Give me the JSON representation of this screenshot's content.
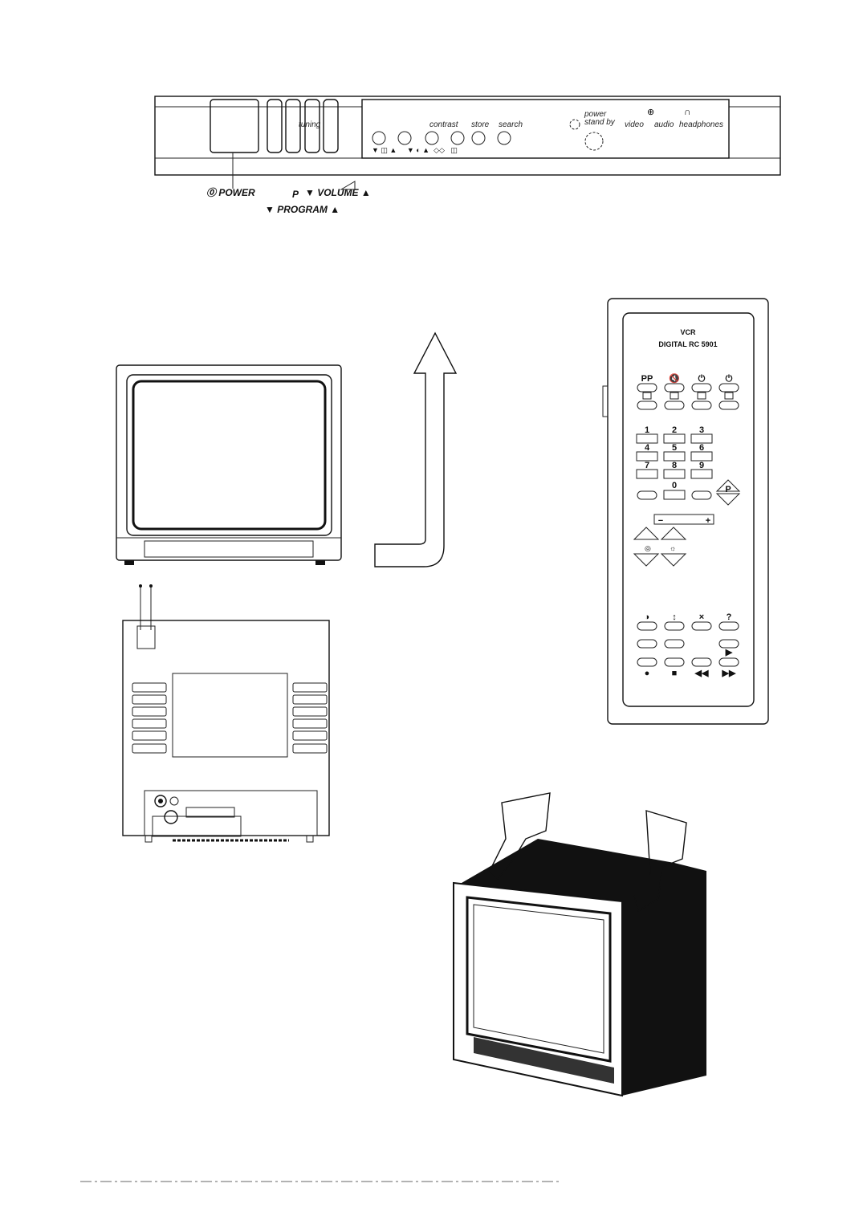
{
  "front_panel": {
    "controls": [
      "tuning",
      "contrast",
      "store",
      "search"
    ],
    "power_standby_top": "power",
    "power_standby_bottom": "stand by",
    "jacks": [
      "video",
      "audio",
      "headphones"
    ],
    "callouts": {
      "power": "⓪ POWER",
      "p": "P",
      "volume": "▼ VOLUME ▲",
      "program": "▼ PROGRAM ▲"
    }
  },
  "remote": {
    "title": "VCR",
    "model": "DIGITAL RC 5901",
    "row1": [
      "PP",
      "🔇",
      "⏻",
      "⏻"
    ],
    "digits": [
      "1",
      "2",
      "3",
      "4",
      "5",
      "6",
      "7",
      "8",
      "9"
    ],
    "zero": "0",
    "p_label": "P",
    "volume_minus": "−",
    "volume_plus": "+",
    "special": [
      "◑",
      "↕",
      "×",
      "?"
    ],
    "transport": [
      "●",
      "■",
      "◀◀",
      "▶▶"
    ],
    "play": "▶"
  }
}
